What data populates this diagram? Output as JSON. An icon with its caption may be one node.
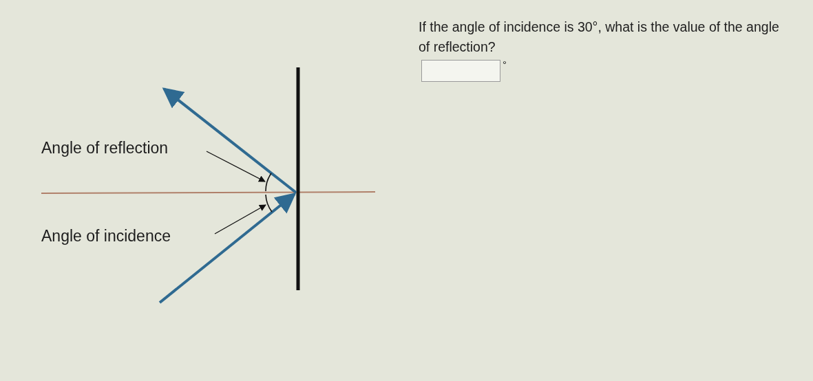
{
  "diagram": {
    "nodes": [
      {
        "text": [
          "Angle of reflection"
        ]
      },
      {
        "text": [],
        "shape": "arc"
      },
      {
        "text": [
          "Angle of incidence"
        ]
      },
      {
        "text": [],
        "shape": "arc"
      }
    ],
    "edges": [
      {
        "from": 0,
        "to": 1,
        "arrow": "to"
      },
      {
        "from": 2,
        "to": 3,
        "arrow": "to"
      }
    ],
    "labels": [
      "If the angle of incidence is 30°, what is the value of the angle of reflection?",
      "°"
    ]
  }
}
